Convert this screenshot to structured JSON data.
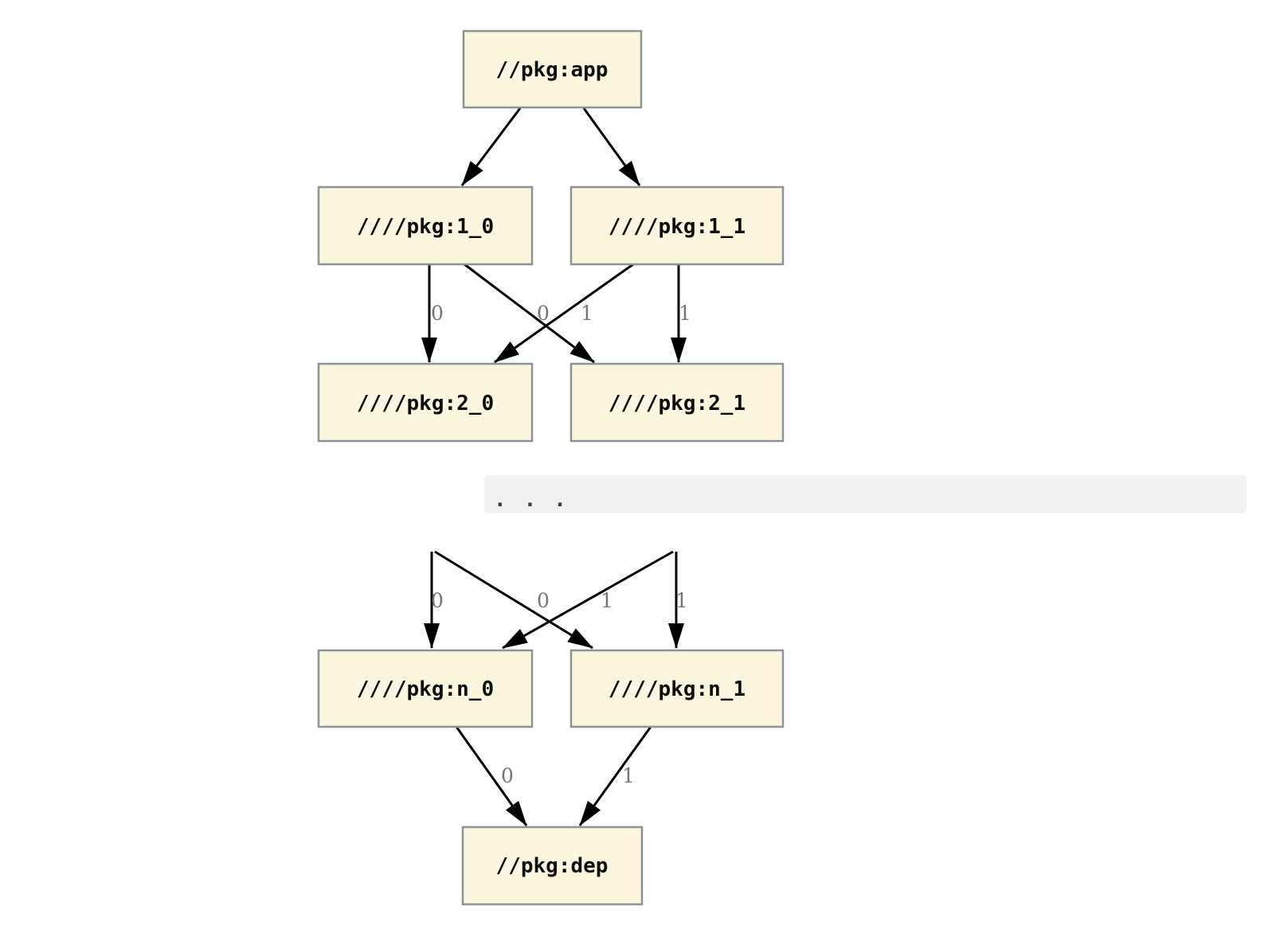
{
  "colors": {
    "node_fill": "#fdf6de",
    "node_border": "#8c9296",
    "node_text": "#0d0d0d",
    "edge_color": "#000000",
    "edge_label_color": "#757575",
    "band_bg": "#f1f1f1",
    "band_text": "#3c4043"
  },
  "nodes": [
    {
      "id": "app",
      "label": "//pkg:app"
    },
    {
      "id": "1_0",
      "label": "////pkg:1_0"
    },
    {
      "id": "1_1",
      "label": "////pkg:1_1"
    },
    {
      "id": "2_0",
      "label": "////pkg:2_0"
    },
    {
      "id": "2_1",
      "label": "////pkg:2_1"
    },
    {
      "id": "n_0",
      "label": "////pkg:n_0"
    },
    {
      "id": "n_1",
      "label": "////pkg:n_1"
    },
    {
      "id": "dep",
      "label": "//pkg:dep"
    }
  ],
  "edges": [
    {
      "from": "//pkg:app",
      "to": "////pkg:1_0",
      "label": ""
    },
    {
      "from": "//pkg:app",
      "to": "////pkg:1_1",
      "label": ""
    },
    {
      "from": "////pkg:1_0",
      "to": "////pkg:2_0",
      "label": "0"
    },
    {
      "from": "////pkg:1_1",
      "to": "////pkg:2_0",
      "label": "0"
    },
    {
      "from": "////pkg:1_0",
      "to": "////pkg:2_1",
      "label": "1"
    },
    {
      "from": "////pkg:1_1",
      "to": "////pkg:2_1",
      "label": "1"
    },
    {
      "to": "////pkg:n_0",
      "label": "0"
    },
    {
      "to": "////pkg:n_0",
      "label": "0"
    },
    {
      "to": "////pkg:n_1",
      "label": "1"
    },
    {
      "to": "////pkg:n_1",
      "label": "1"
    },
    {
      "from": "////pkg:n_0",
      "to": "//pkg:dep",
      "label": "0"
    },
    {
      "from": "////pkg:n_1",
      "to": "//pkg:dep",
      "label": "1"
    }
  ],
  "ellipsis": "..."
}
